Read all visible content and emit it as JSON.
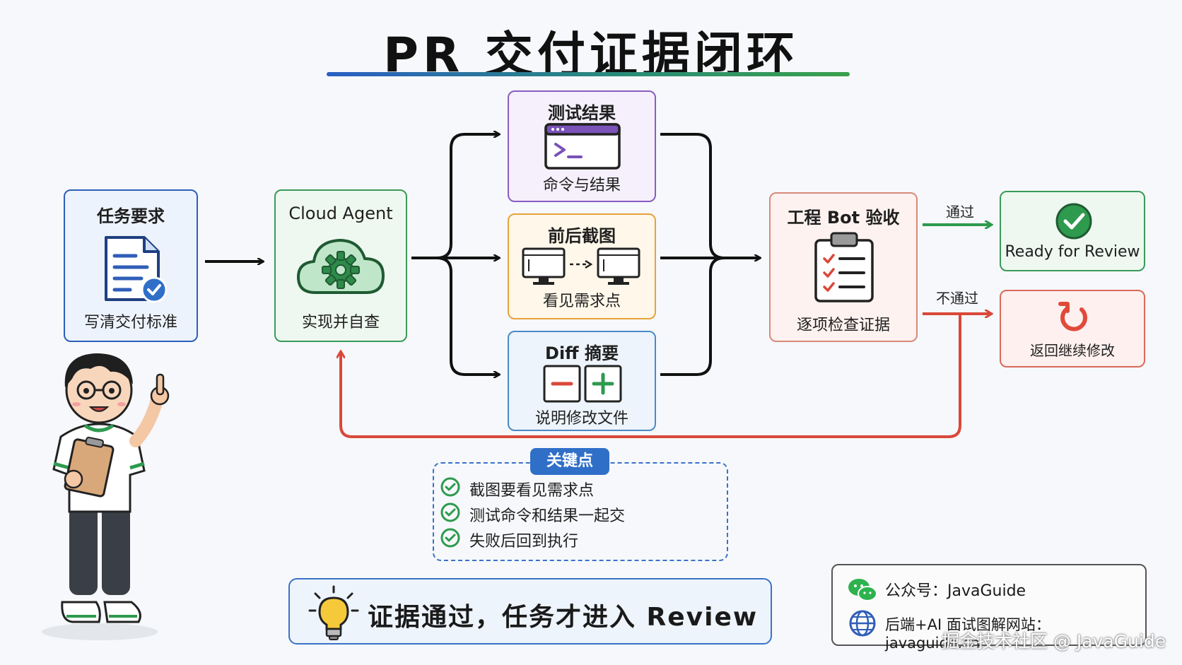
{
  "title": "PR 交付证据闭环",
  "task_card": {
    "title": "任务要求",
    "caption": "写清交付标准"
  },
  "agent_card": {
    "title": "Cloud Agent",
    "caption": "实现并自查"
  },
  "evidence": [
    {
      "title": "测试结果",
      "caption": "命令与结果"
    },
    {
      "title": "前后截图",
      "caption": "看见需求点"
    },
    {
      "title": "Diff 摘要",
      "caption": "说明修改文件"
    }
  ],
  "bot_card": {
    "title": "工程 Bot 验收",
    "caption": "逐项检查证据"
  },
  "pass_label": "通过",
  "fail_label": "不通过",
  "ready_card": {
    "caption": "Ready for Review"
  },
  "return_card": {
    "caption": "返回继续修改"
  },
  "key_points": {
    "title": "关键点",
    "items": [
      "截图要看见需求点",
      "测试命令和结果一起交",
      "失败后回到执行"
    ]
  },
  "banner": "证据通过，任务才进入 Review",
  "footer": {
    "wechat": "公众号：JavaGuide",
    "website": "后端+AI 面试图解网站：javaguide.cn"
  },
  "watermark": "掘金技术社区 @ JavaGuide",
  "colors": {
    "blue": "#2f5eb8",
    "green": "#3a9a5a",
    "purple": "#8a5cc4",
    "orange": "#e8a23a",
    "red": "#d9483a"
  }
}
